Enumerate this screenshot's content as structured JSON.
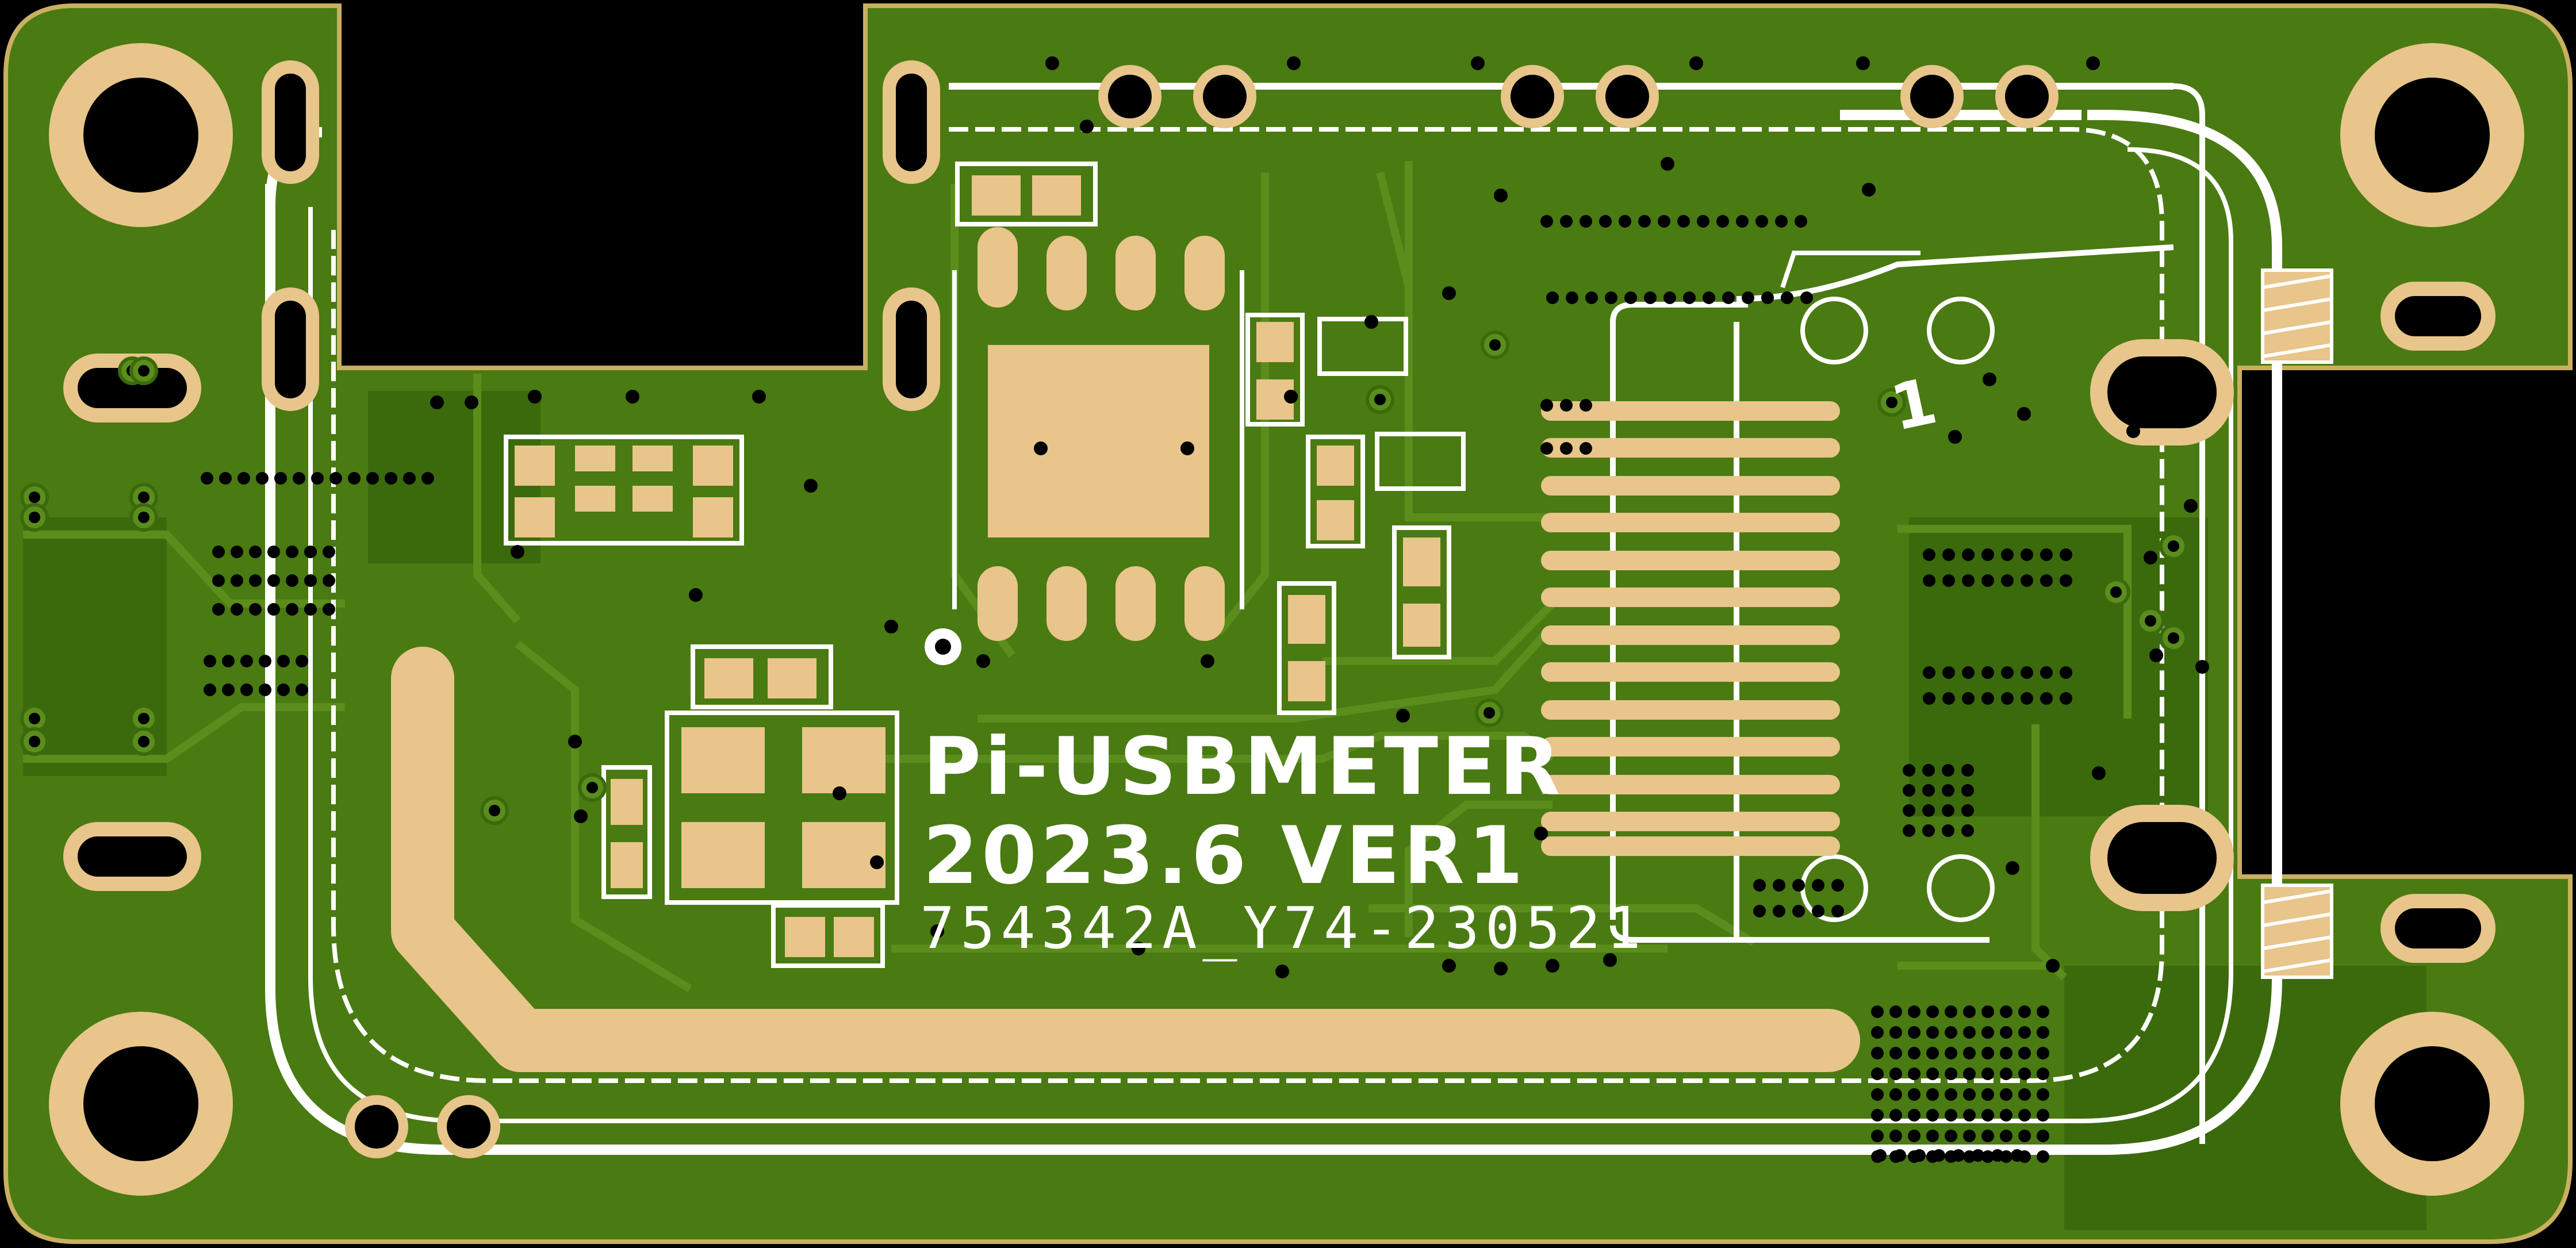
{
  "board": {
    "colors": {
      "background": "#000000",
      "soldermask": "#4a7a12",
      "copper_fill": "#3b6a0c",
      "trace": "#5b8d1c",
      "pad": "#e8c58a",
      "silkscreen": "#ffffff",
      "drill": "#000000",
      "edge": "#c8b060"
    },
    "silkscreen": {
      "title_line1": "Pi-USBMETER",
      "title_line2": "2023.6  VER1",
      "part_number": "754342A_Y74-230521",
      "pin1_marker": "1"
    },
    "icons": {
      "mounting_hole": "mounting-hole-icon",
      "via": "via-icon",
      "usb_connector": "usb-connector-icon"
    }
  }
}
